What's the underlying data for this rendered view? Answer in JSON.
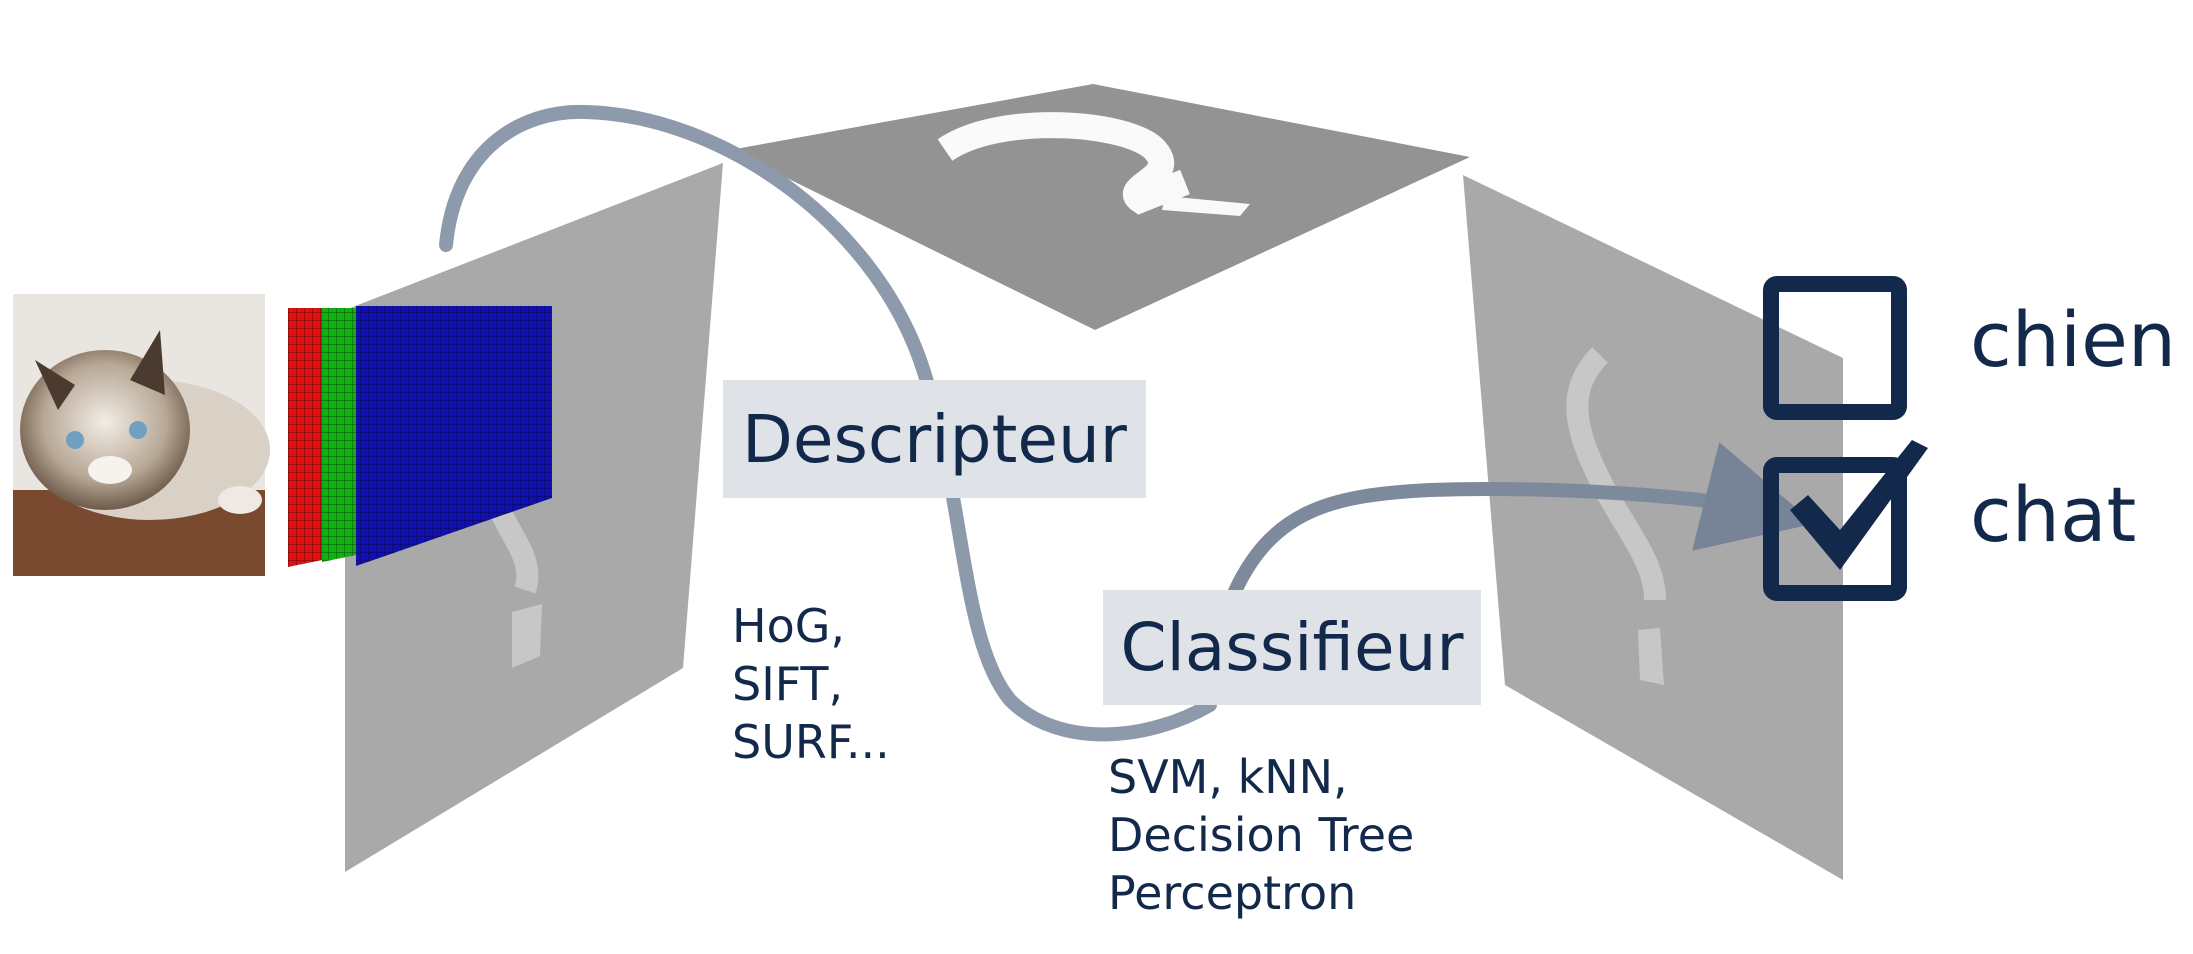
{
  "descriptor": {
    "label": "Descripteur",
    "examples": [
      "HoG,",
      "SIFT,",
      "SURF..."
    ]
  },
  "classifier": {
    "label": "Classifieur",
    "examples": [
      "SVM, kNN,",
      "Decision Tree",
      "Perceptron"
    ]
  },
  "outputs": {
    "option_1": "chien",
    "option_2": "chat",
    "selected": "chat"
  },
  "icons": {
    "panel_mark": "question-mark-icon",
    "checkbox_empty": "empty-checkbox-icon",
    "checkbox_checked": "checked-checkbox-icon"
  },
  "colors": {
    "text": "#13294b",
    "panel": "#a9a9a9",
    "top_panel": "#939393",
    "label_bg": "#dfe2e7",
    "arrow": "#8d9aab",
    "channel_red": "#e01010",
    "channel_green": "#10b010",
    "channel_blue": "#1010b0"
  }
}
